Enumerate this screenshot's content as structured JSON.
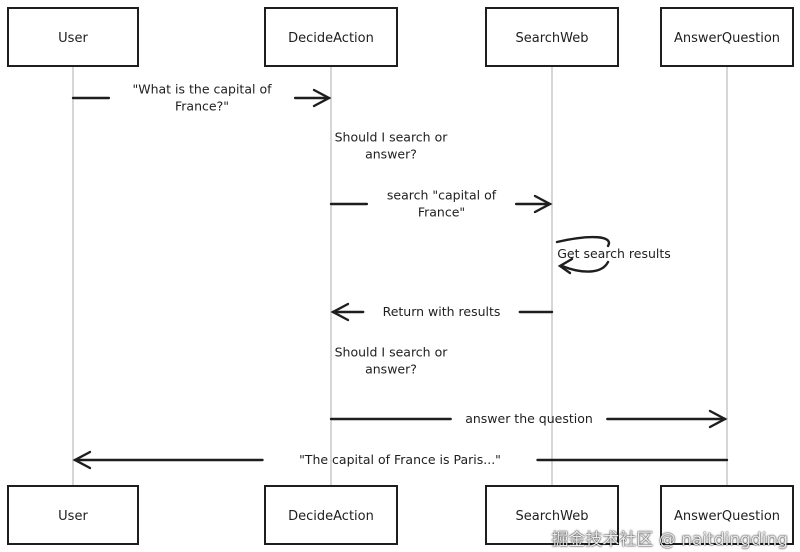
{
  "actors": [
    "User",
    "DecideAction",
    "SearchWeb",
    "AnswerQuestion"
  ],
  "messages": [
    {
      "from": 0,
      "to": 1,
      "lines": [
        "\"What is the capital of",
        "France?\""
      ]
    },
    {
      "note": 1,
      "lines": [
        "Should I search or",
        "answer?"
      ]
    },
    {
      "from": 1,
      "to": 2,
      "lines": [
        "search \"capital of",
        "France\""
      ]
    },
    {
      "self": 2,
      "lines": [
        "Get search results"
      ]
    },
    {
      "from": 2,
      "to": 1,
      "lines": [
        "Return with results"
      ]
    },
    {
      "note": 1,
      "lines": [
        "Should I search or",
        "answer?"
      ]
    },
    {
      "from": 1,
      "to": 3,
      "lines": [
        "answer the question"
      ]
    },
    {
      "from": 3,
      "to": 0,
      "lines": [
        "\"The capital of France is Paris...\""
      ]
    }
  ],
  "watermark": "掘金技术社区 @ naitdingding",
  "colors": {
    "stroke": "#1e1e1e",
    "lifeline": "#c8c8c8",
    "background": "#ffffff"
  }
}
